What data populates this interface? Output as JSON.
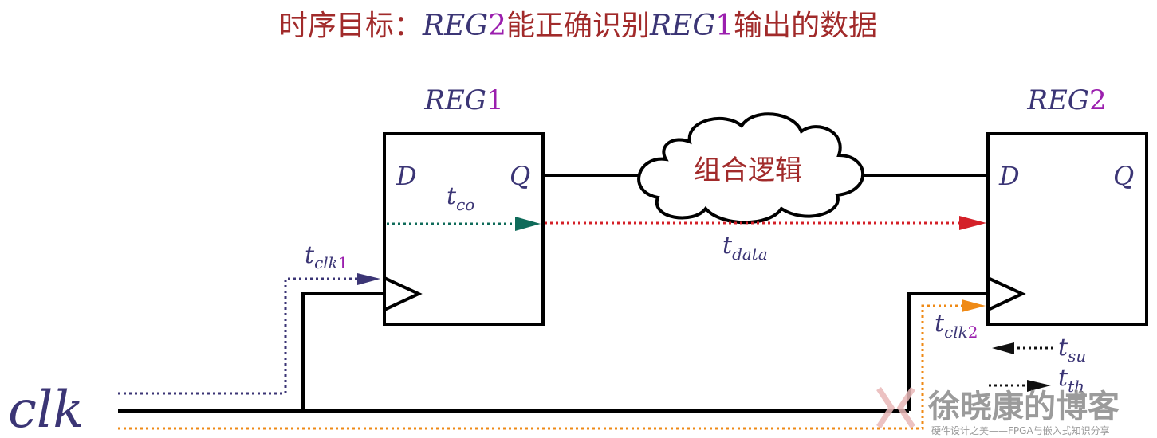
{
  "title": {
    "prefix": "时序目标：",
    "reg2_a": "REG",
    "reg2_b": "2",
    "middle": "能正确识别",
    "reg1_a": "REG",
    "reg1_b": "1",
    "suffix": "输出的数据"
  },
  "reg1": {
    "name": "REG",
    "num": "1",
    "d": "D",
    "q": "Q"
  },
  "reg2": {
    "name": "REG",
    "num": "2",
    "d": "D",
    "q": "Q"
  },
  "cloud_label": "组合逻辑",
  "clk_label": "clk",
  "labels": {
    "tco_t": "t",
    "tco_sub": "co",
    "tdata_t": "t",
    "tdata_sub": "data",
    "tclk1_t": "t",
    "tclk1_sub": "clk",
    "tclk1_num": "1",
    "tclk2_t": "t",
    "tclk2_sub": "clk",
    "tclk2_num": "2",
    "tsu_t": "t",
    "tsu_sub": "su",
    "tth_t": "t",
    "tth_sub": "th"
  },
  "watermark": {
    "title": "徐晓康的博客",
    "subtitle": "硬件设计之美——FPGA与嵌入式知识分享"
  },
  "colors": {
    "title": "#a12a2a",
    "reg_name": "#3b3575",
    "reg_num": "#9b1fae",
    "tco_arrow": "#0f6b5a",
    "tdata_arrow": "#d42028",
    "tclk1_arrow": "#3b3575",
    "tclk2_arrow": "#ef8a16",
    "setup_hold": "#111111",
    "cloud_text": "#a12a2a"
  }
}
